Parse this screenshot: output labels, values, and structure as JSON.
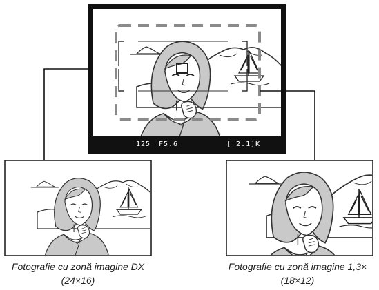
{
  "viewfinder": {
    "shutter": "125",
    "aperture": "F5.6",
    "frame_count": "[ 2.1]K"
  },
  "captions": {
    "left": {
      "line1": "Fotografie cu zonă imagine DX",
      "line2": "(24×16)"
    },
    "right": {
      "line1": "Fotografie cu zonă imagine 1,3×",
      "line2": "(18×12)"
    }
  }
}
